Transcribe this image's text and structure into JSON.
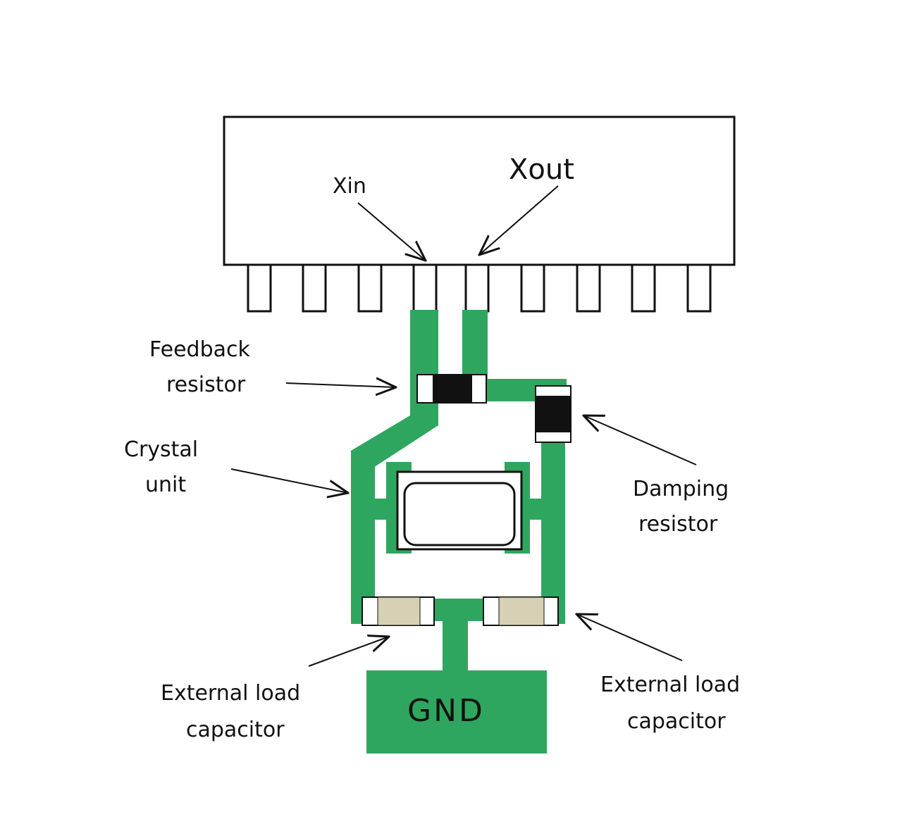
{
  "diagram": {
    "pins": {
      "xin": "Xin",
      "xout": "Xout"
    },
    "labels": {
      "feedback_1": "Feedback",
      "feedback_2": "resistor",
      "crystal_1": "Crystal",
      "crystal_2": "unit",
      "damping_1": "Damping",
      "damping_2": "resistor",
      "load_left_1": "External load",
      "load_left_2": "capacitor",
      "load_right_1": "External load",
      "load_right_2": "capacitor",
      "gnd": "GND"
    },
    "colors": {
      "trace": "#2fa660",
      "resistor_body": "#111111",
      "capacitor_body": "#d6d0b4",
      "outline": "#111111"
    }
  }
}
